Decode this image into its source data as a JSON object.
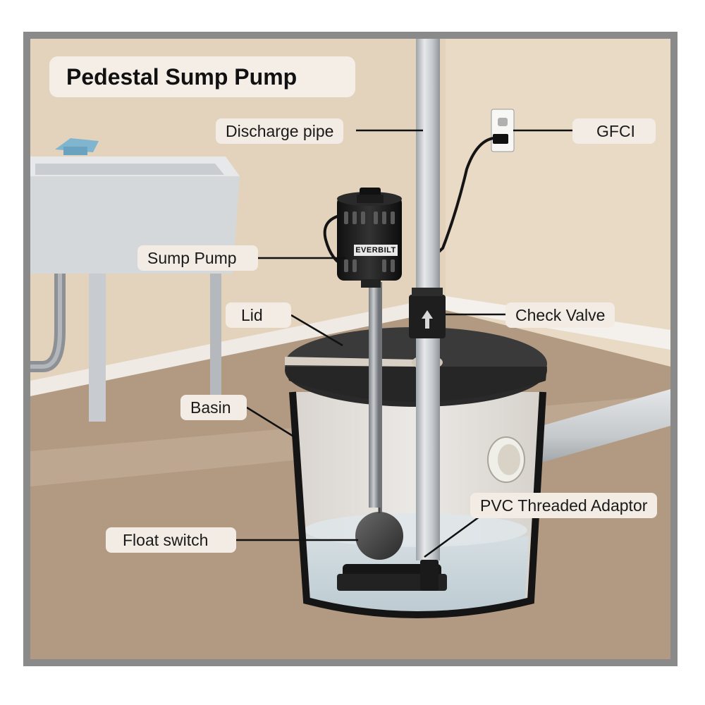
{
  "title": "Pedestal Sump Pump",
  "labels": {
    "discharge_pipe": "Discharge pipe",
    "gfci": "GFCI",
    "sump_pump": "Sump Pump",
    "lid": "Lid",
    "check_valve": "Check Valve",
    "basin": "Basin",
    "pvc_threaded_adaptor": "PVC Threaded Adaptor",
    "float_switch": "Float switch"
  },
  "pump_brand": "EVERBILT",
  "colors": {
    "frame": "#8a8a8a",
    "wall": "#e3d3bc",
    "floor": "#b49c84",
    "label_bg": "#f2ece4",
    "pipe": "#c8ccd0",
    "basin": "#1c1c1c",
    "water": "#cfd9de"
  }
}
